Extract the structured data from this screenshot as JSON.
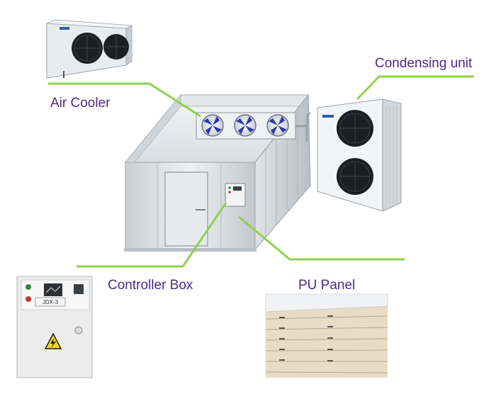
{
  "labels": {
    "air_cooler": "Air Cooler",
    "condensing_unit": "Condensing unit",
    "controller_box": "Controller Box",
    "pu_panel": "PU Panel"
  },
  "controller_box_panel": {
    "model": "JDX-3"
  },
  "colors": {
    "label_text": "#4b2a86",
    "leader_line": "#8fd14f",
    "room_wall": "#d8dde0",
    "fan_blade": "#2f3aa8",
    "pu_panel_face": "#e9dcc6"
  }
}
